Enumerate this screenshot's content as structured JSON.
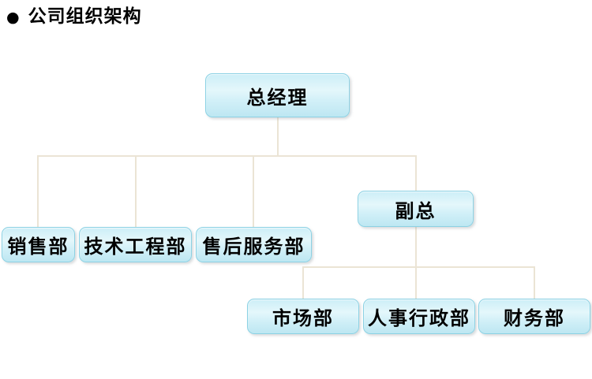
{
  "header": {
    "bullet": "●",
    "title": "公司组织架构"
  },
  "chart": {
    "type": "org-chart",
    "nodes": [
      {
        "label": "总经理",
        "level": 1,
        "parent": null
      },
      {
        "label": "销售部",
        "level": 2,
        "parent": "总经理"
      },
      {
        "label": "技术工程部",
        "level": 2,
        "parent": "总经理"
      },
      {
        "label": "售后服务部",
        "level": 2,
        "parent": "总经理"
      },
      {
        "label": "副总",
        "level": 2,
        "parent": "总经理"
      },
      {
        "label": "市场部",
        "level": 3,
        "parent": "副总"
      },
      {
        "label": "人事行政部",
        "level": 3,
        "parent": "副总"
      },
      {
        "label": "财务部",
        "level": 3,
        "parent": "副总"
      }
    ],
    "colors": {
      "node_border": "#8cd2e4",
      "node_fill_top": "#cceef7",
      "node_fill_bottom": "#bde7f2",
      "connector": "#ebe4d5",
      "text": "#000000",
      "background": "#ffffff"
    }
  }
}
